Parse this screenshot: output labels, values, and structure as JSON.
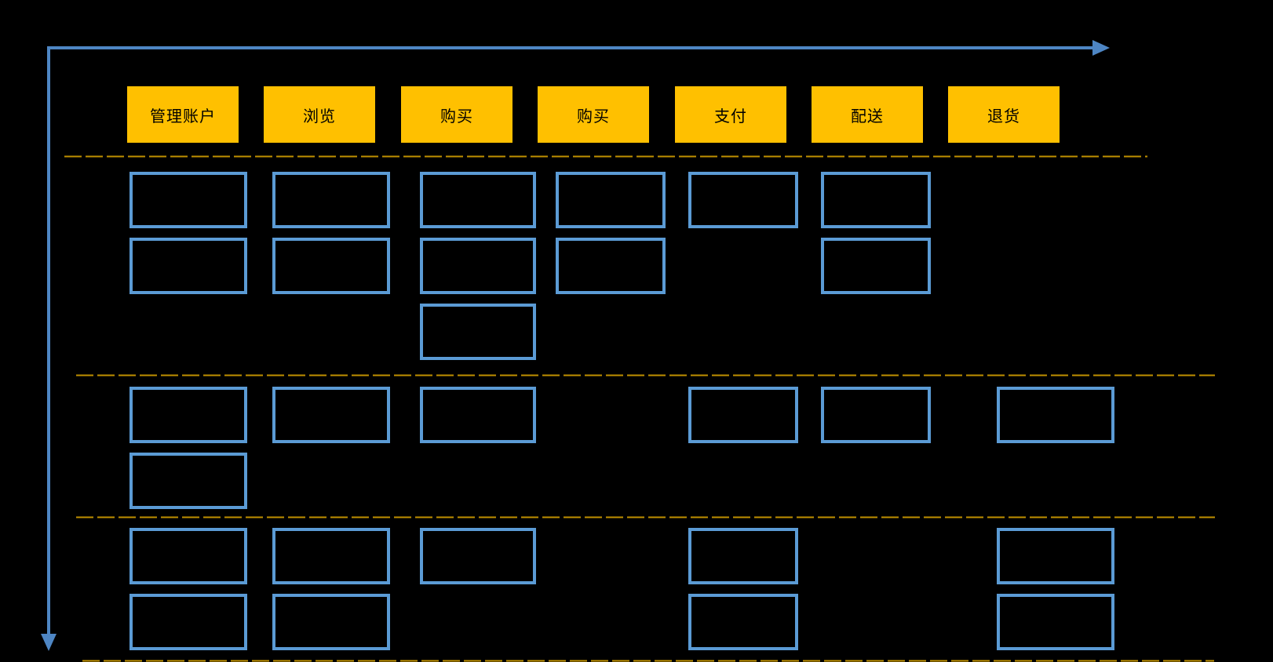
{
  "diagram": {
    "type": "user-story-map",
    "colors": {
      "background": "#000000",
      "header_fill": "#FFC000",
      "header_text": "#000000",
      "card_border": "#5B9BD5",
      "arrow": "#4E86C4",
      "divider": "#BF9000"
    },
    "columns": [
      {
        "id": "manage-account",
        "label": "管理账户"
      },
      {
        "id": "browse",
        "label": "浏览"
      },
      {
        "id": "purchase-1",
        "label": "购买"
      },
      {
        "id": "purchase-2",
        "label": "购买"
      },
      {
        "id": "pay",
        "label": "支付"
      },
      {
        "id": "delivery",
        "label": "配送"
      },
      {
        "id": "returns",
        "label": "退货"
      }
    ],
    "sections": [
      {
        "rows": [
          [
            1,
            2,
            3,
            4,
            5,
            6
          ],
          [
            1,
            2,
            3,
            4,
            6
          ],
          [
            3
          ]
        ]
      },
      {
        "rows": [
          [
            1,
            2,
            3,
            5,
            6,
            7
          ],
          [
            1
          ]
        ]
      },
      {
        "rows": [
          [
            1,
            2,
            3,
            5,
            7
          ],
          [
            1,
            2,
            5,
            7
          ]
        ]
      }
    ]
  }
}
